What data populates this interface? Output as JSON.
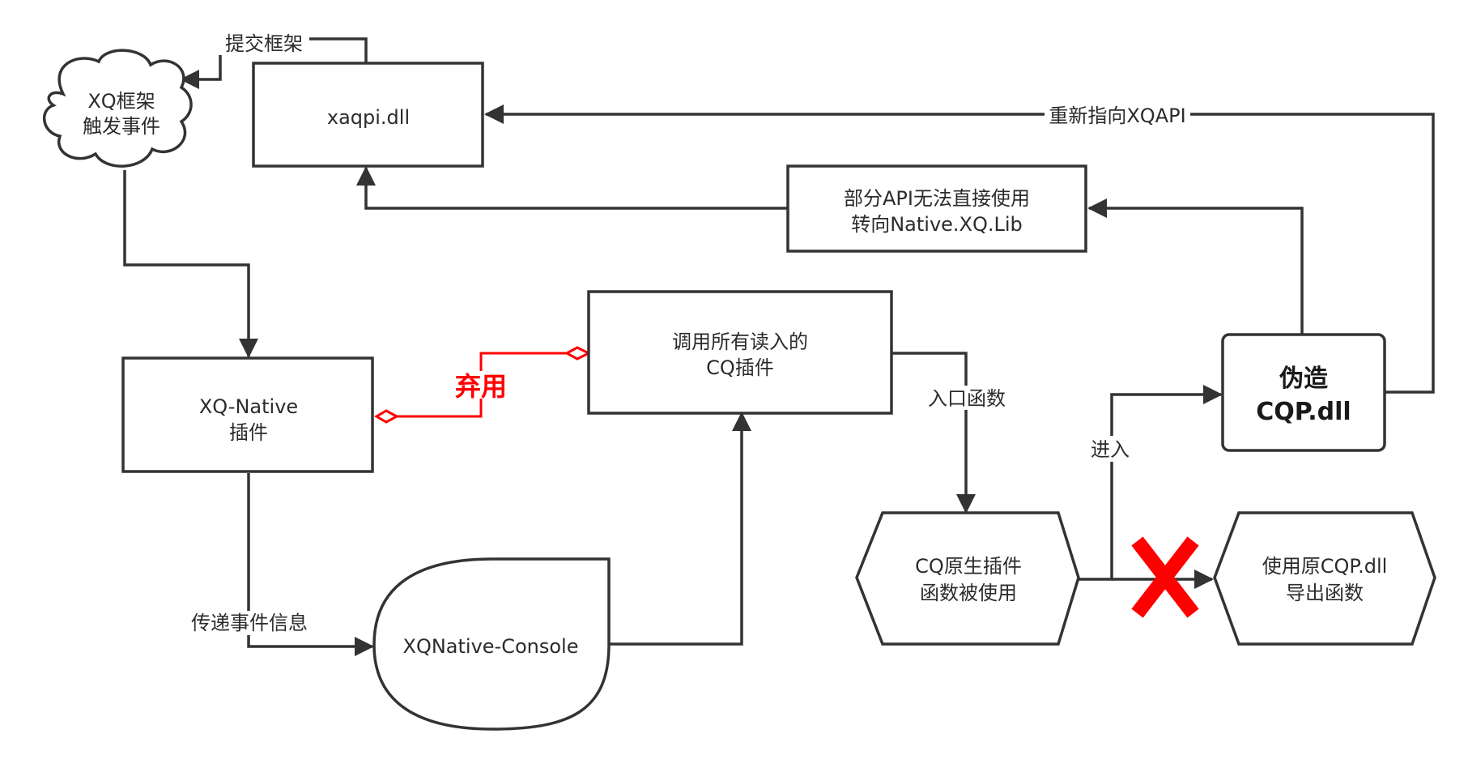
{
  "nodes": {
    "cloud": {
      "line1": "XQ框架",
      "line2": "触发事件"
    },
    "xaqpi": {
      "label": "xaqpi.dll"
    },
    "redirect_box": {
      "line1": "部分API无法直接使用",
      "line2": "转向Native.XQ.Lib"
    },
    "xq_native": {
      "line1": "XQ-Native",
      "line2": "插件"
    },
    "call_plugins": {
      "line1": "调用所有读入的",
      "line2": "CQ插件"
    },
    "fake_cqp": {
      "line1": "伪造",
      "line2": "CQP.dll"
    },
    "console": {
      "label": "XQNative-Console"
    },
    "cq_native": {
      "line1": "CQ原生插件",
      "line2": "函数被使用"
    },
    "original_cqp": {
      "line1": "使用原CQP.dll",
      "line2": "导出函数"
    }
  },
  "edges": {
    "submit_framework": "提交框架",
    "redirect_xqapi": "重新指向XQAPI",
    "deprecated": "弃用",
    "entry_function": "入口函数",
    "enter": "进入",
    "pass_event_info": "传递事件信息"
  },
  "colors": {
    "stroke": "#333333",
    "deprecated_red": "#ff0000",
    "cross_red": "#ff0000"
  }
}
